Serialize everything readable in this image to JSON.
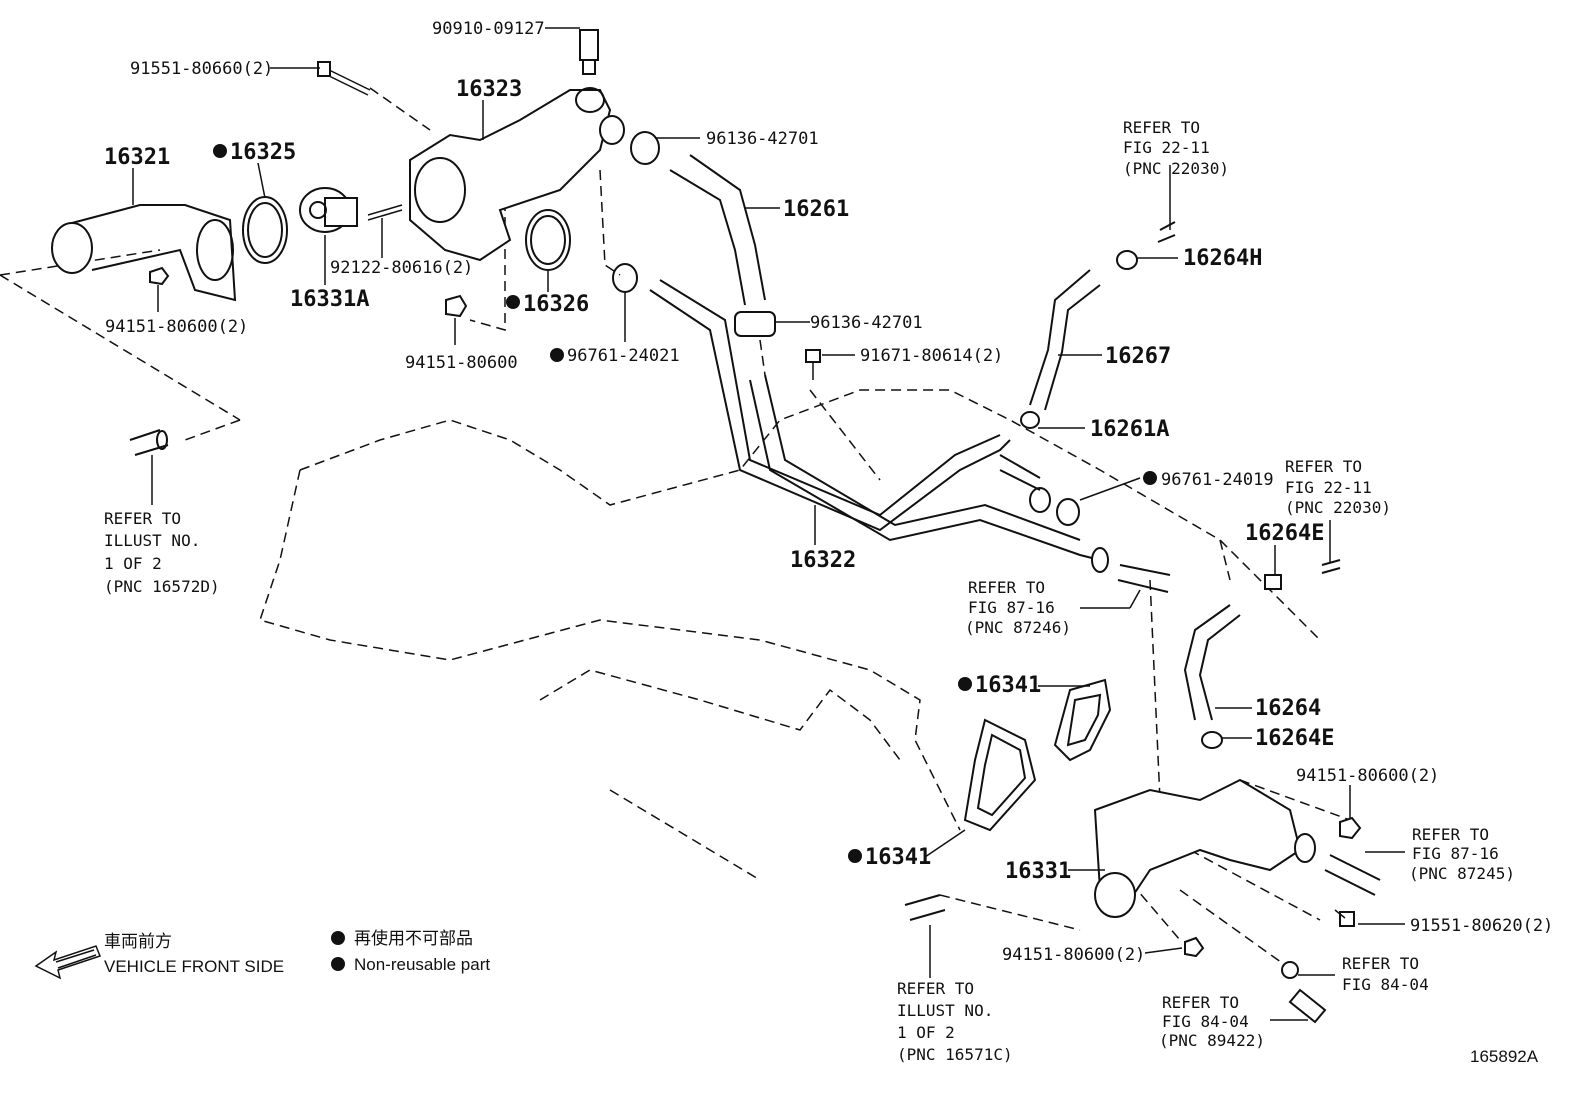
{
  "labels": {
    "p90910_09127": "90910-09127",
    "p91551_80660": "91551-80660(2)",
    "p16323": "16323",
    "p96136_42701_a": "96136-42701",
    "p16321": "16321",
    "p16325": "16325",
    "p16261": "16261",
    "p92122_80616": "92122-80616(2)",
    "p16331A": "16331A",
    "p16326": "16326",
    "p94151_80600_2a": "94151-80600(2)",
    "p96136_42701_b": "96136-42701",
    "p96761_24021": "96761-24021",
    "p94151_80600": "94151-80600",
    "p91671_80614": "91671-80614(2)",
    "p16264H": "16264H",
    "p16267": "16267",
    "p16261A": "16261A",
    "p96761_24019": "96761-24019",
    "p16264E_a": "16264E",
    "p16322": "16322",
    "p16341_a": "16341",
    "p16264": "16264",
    "p16264E_b": "16264E",
    "p94151_80600_2b": "94151-80600(2)",
    "p16341_b": "16341",
    "p16331": "16331",
    "p91551_80620": "91551-80620(2)",
    "p94151_80600_2c": "94151-80600(2)"
  },
  "refs": {
    "r1": [
      "REFER TO",
      "FIG 22-11",
      "(PNC 22030)"
    ],
    "r2": [
      "REFER TO",
      "FIG 22-11",
      "(PNC 22030)"
    ],
    "r3": [
      "REFER TO",
      "ILLUST NO.",
      "1 OF 2",
      "(PNC 16572D)"
    ],
    "r4": [
      "REFER TO",
      "FIG 87-16",
      "(PNC 87246)"
    ],
    "r5": [
      "REFER TO",
      "FIG 87-16",
      "(PNC 87245)"
    ],
    "r6": [
      "REFER TO",
      "FIG 84-04"
    ],
    "r7": [
      "REFER TO",
      "FIG 84-04",
      "(PNC 89422)"
    ],
    "r8": [
      "REFER TO",
      "ILLUST NO.",
      "1 OF 2",
      "(PNC 16571C)"
    ]
  },
  "legend": {
    "front_jp": "車両前方",
    "front_en": "VEHICLE FRONT SIDE",
    "nonreuse_jp": "再使用不可部品",
    "nonreuse_en": "Non-reusable part"
  },
  "figure_id": "165892A"
}
